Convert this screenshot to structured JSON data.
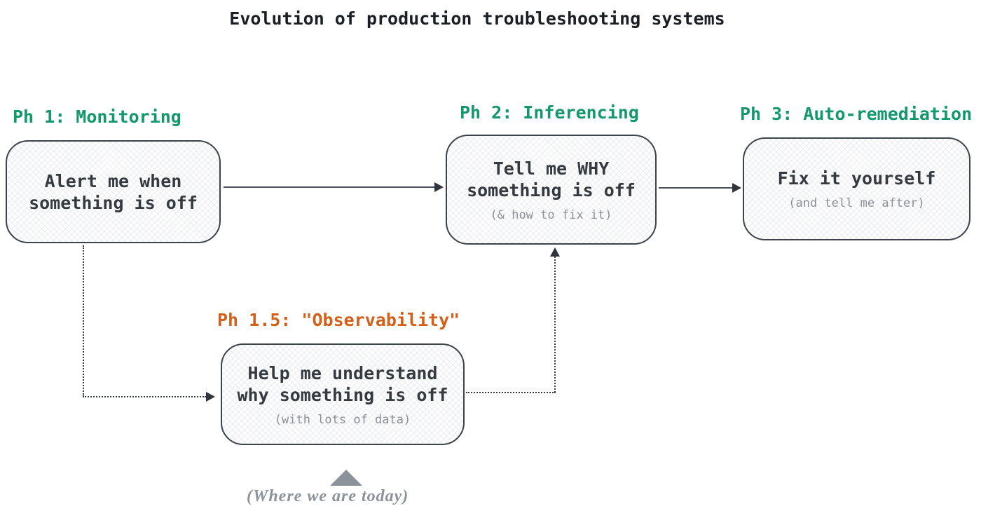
{
  "title": "Evolution of production troubleshooting systems",
  "colors": {
    "phase_green": "#12986b",
    "phase_orange": "#d2601b",
    "ink": "#343a40",
    "muted_gray": "#8a9098",
    "annotation_gray": "#8b929a"
  },
  "nodes": {
    "ph1": {
      "label": "Ph 1: Monitoring",
      "line1": "Alert me when",
      "line2": "something is off"
    },
    "ph2": {
      "label": "Ph 2: Inferencing",
      "line1": "Tell me WHY",
      "line2": "something is off",
      "subtext": "(& how to fix it)"
    },
    "ph3": {
      "label": "Ph 3: Auto-remediation",
      "line1": "Fix it yourself",
      "subtext": "(and tell me after)"
    },
    "ph15": {
      "label": "Ph 1.5: \"Observability\"",
      "line1": "Help me understand",
      "line2": "why something is off",
      "subtext": "(with lots of data)"
    }
  },
  "annotation": {
    "marker": "triangle-up-icon",
    "text": "(Where we are today)"
  }
}
